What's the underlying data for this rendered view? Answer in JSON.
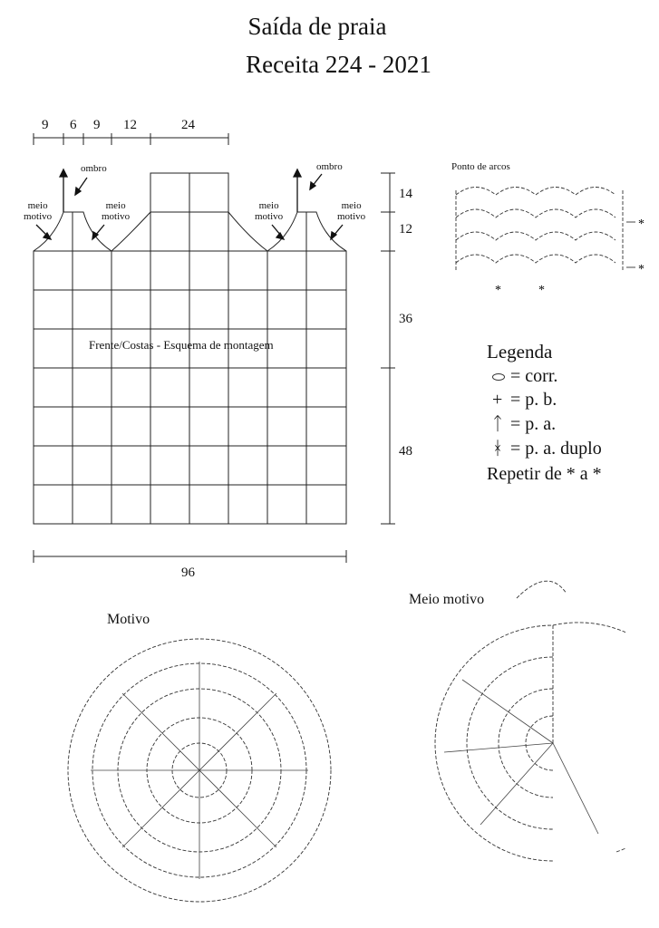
{
  "header": {
    "title": "Saída de praia",
    "recipe": "Receita  224 - 2021"
  },
  "schema": {
    "top_dims": [
      "9",
      "6",
      "9",
      "12",
      "24"
    ],
    "side_dims": [
      "14",
      "12",
      "36",
      "48"
    ],
    "bottom_dim": "96",
    "center_label": "Frente/Costas - Esquema de montagem",
    "labels": {
      "ombro": "ombro",
      "meio_motivo_1": "meio",
      "meio_motivo_2": "motivo"
    }
  },
  "stitch": {
    "title": "Ponto de arcos",
    "repeat_mark": "*"
  },
  "legend": {
    "title": "Legenda",
    "items": [
      "= corr.",
      "= p. b.",
      "= p. a.",
      "= p. a. duplo"
    ],
    "repeat": "Repetir de * a *"
  },
  "motifs": {
    "full": "Motivo",
    "half": "Meio motivo"
  }
}
